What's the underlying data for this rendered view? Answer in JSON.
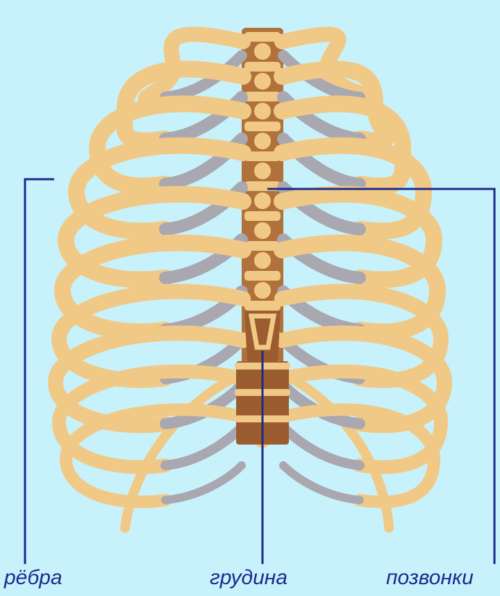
{
  "labels": {
    "ribs": "рёбра",
    "sternum": "грудина",
    "vertebrae": "позвонки"
  },
  "colors": {
    "background": "#c8f2fb",
    "bone": "#f1c986",
    "bone_outline": "#d9a66a",
    "cartilage": "#a9a7b0",
    "spine_dark": "#b0713a",
    "sternum_dark": "#9b5d30",
    "leader_line": "#1c2a8c"
  }
}
